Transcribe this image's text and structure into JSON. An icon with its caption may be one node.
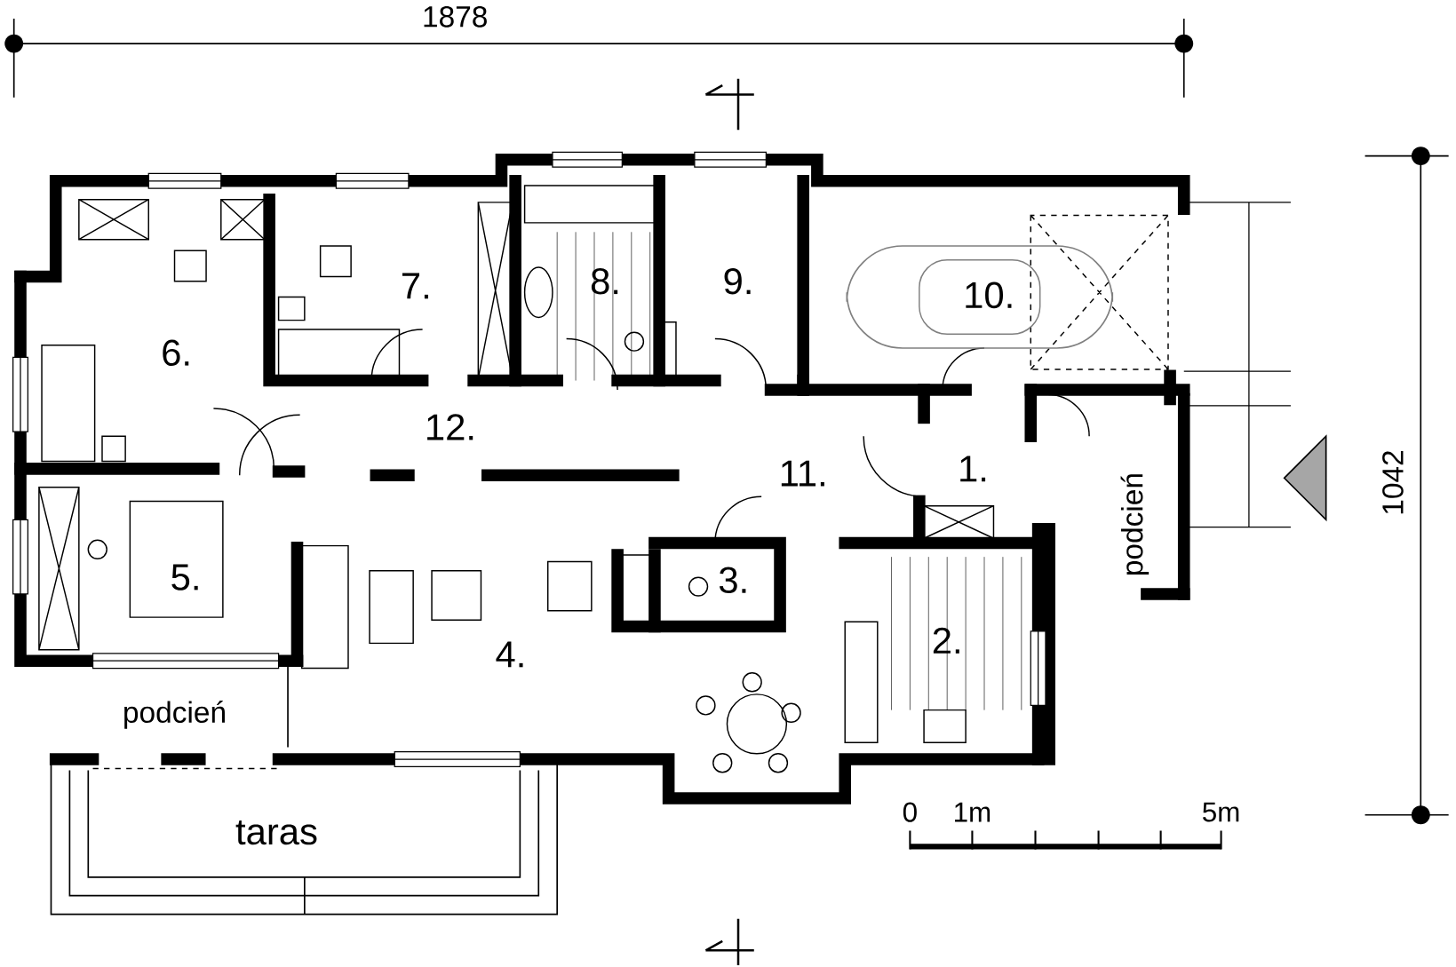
{
  "diagram": {
    "labels": [
      "1878",
      "7.",
      "8.",
      "9.",
      "6.",
      "10.",
      "12.",
      "11.",
      "1.",
      "podcień",
      "5.",
      "3.",
      "2.",
      "1042",
      "4.",
      "podcień",
      "0",
      "1m",
      "5m",
      "taras"
    ]
  }
}
